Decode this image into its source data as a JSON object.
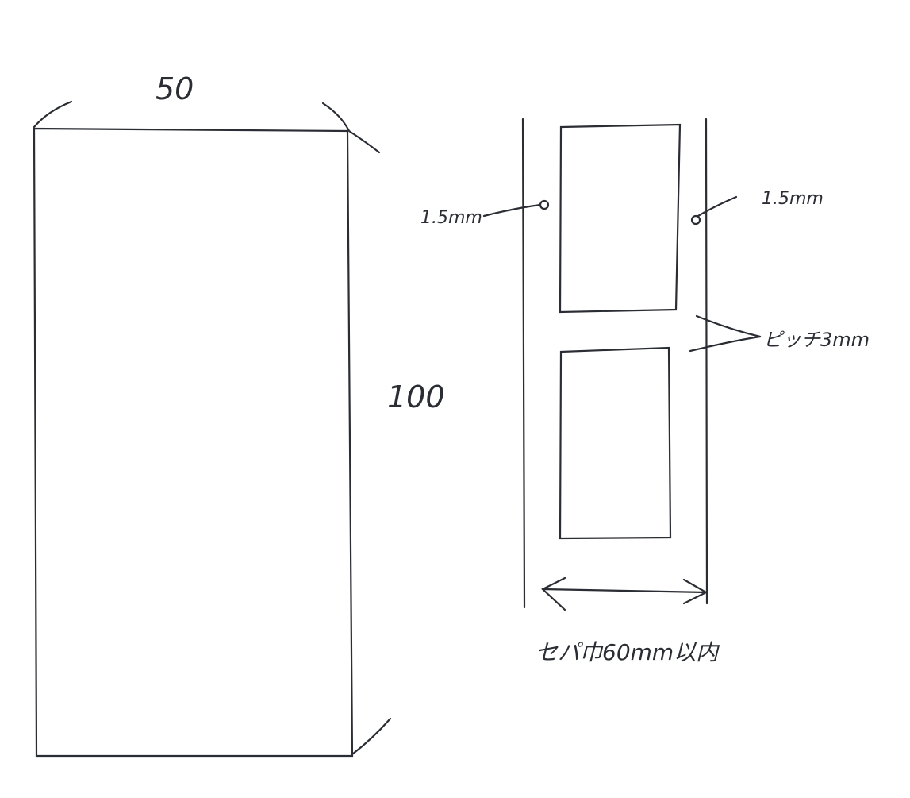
{
  "left_box": {
    "width_label": "50",
    "height_label": "100"
  },
  "right_panel": {
    "left_margin_label": "1.5mm",
    "right_margin_label": "1.5mm",
    "pitch_label": "ピッチ3mm",
    "width_label": "セパ巾60mm以内"
  },
  "colors": {
    "ink": "#2a2d33",
    "paper": "#ffffff"
  }
}
